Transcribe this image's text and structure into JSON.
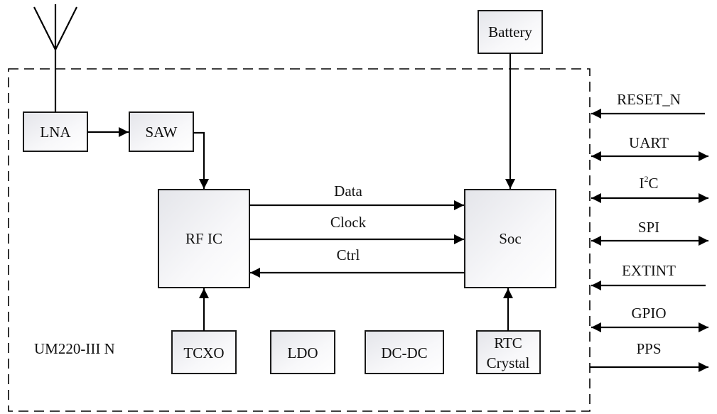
{
  "module": {
    "name": "UM220-III N"
  },
  "blocks": {
    "lna": "LNA",
    "saw": "SAW",
    "rfic": "RF IC",
    "soc": "Soc",
    "battery": "Battery",
    "tcxo": "TCXO",
    "ldo": "LDO",
    "dcdc": "DC-DC",
    "rtc_line1": "RTC",
    "rtc_line2": "Crystal"
  },
  "internal_signals": {
    "data": "Data",
    "clock": "Clock",
    "ctrl": "Ctrl"
  },
  "interfaces": [
    {
      "id": "reset_n",
      "label": "RESET_N",
      "direction": "in"
    },
    {
      "id": "uart",
      "label": "UART",
      "direction": "bidirectional"
    },
    {
      "id": "i2c",
      "label_main": "I",
      "label_sup": "2",
      "label_tail": "C",
      "direction": "bidirectional"
    },
    {
      "id": "spi",
      "label": "SPI",
      "direction": "bidirectional"
    },
    {
      "id": "extint",
      "label": "EXTINT",
      "direction": "in"
    },
    {
      "id": "gpio",
      "label": "GPIO",
      "direction": "bidirectional"
    },
    {
      "id": "pps",
      "label": "PPS",
      "direction": "out"
    }
  ],
  "colors": {
    "line": "#000000",
    "box_top": "#e6e7ec",
    "box_bottom": "#ffffff"
  }
}
